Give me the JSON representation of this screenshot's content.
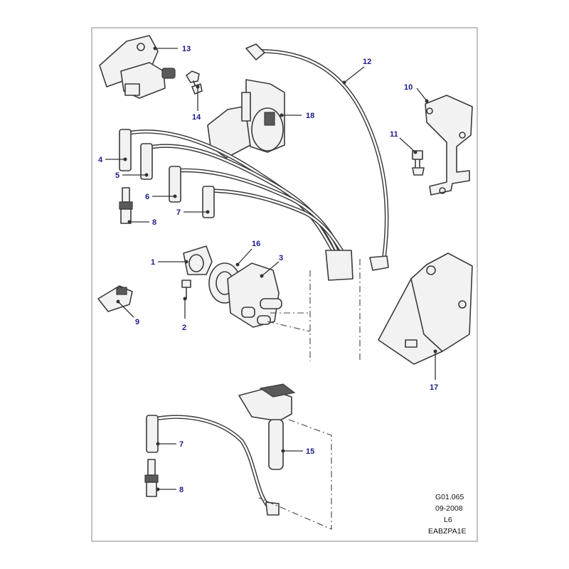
{
  "callouts": {
    "c1": "1",
    "c2": "2",
    "c3": "3",
    "c4": "4",
    "c5": "5",
    "c6": "6",
    "c7a": "7",
    "c7b": "7",
    "c8a": "8",
    "c8b": "8",
    "c9": "9",
    "c10": "10",
    "c11": "11",
    "c12": "12",
    "c13": "13",
    "c14": "14",
    "c15": "15",
    "c16": "16",
    "c17": "17",
    "c18": "18"
  },
  "metadata": {
    "ref": "G01.065",
    "date": "09-2008",
    "model": "L6",
    "code": "EABZPA1E"
  },
  "colors": {
    "callout": "#1a1a8c",
    "line": "#3a3a3a",
    "frame": "#9a9a9a"
  }
}
